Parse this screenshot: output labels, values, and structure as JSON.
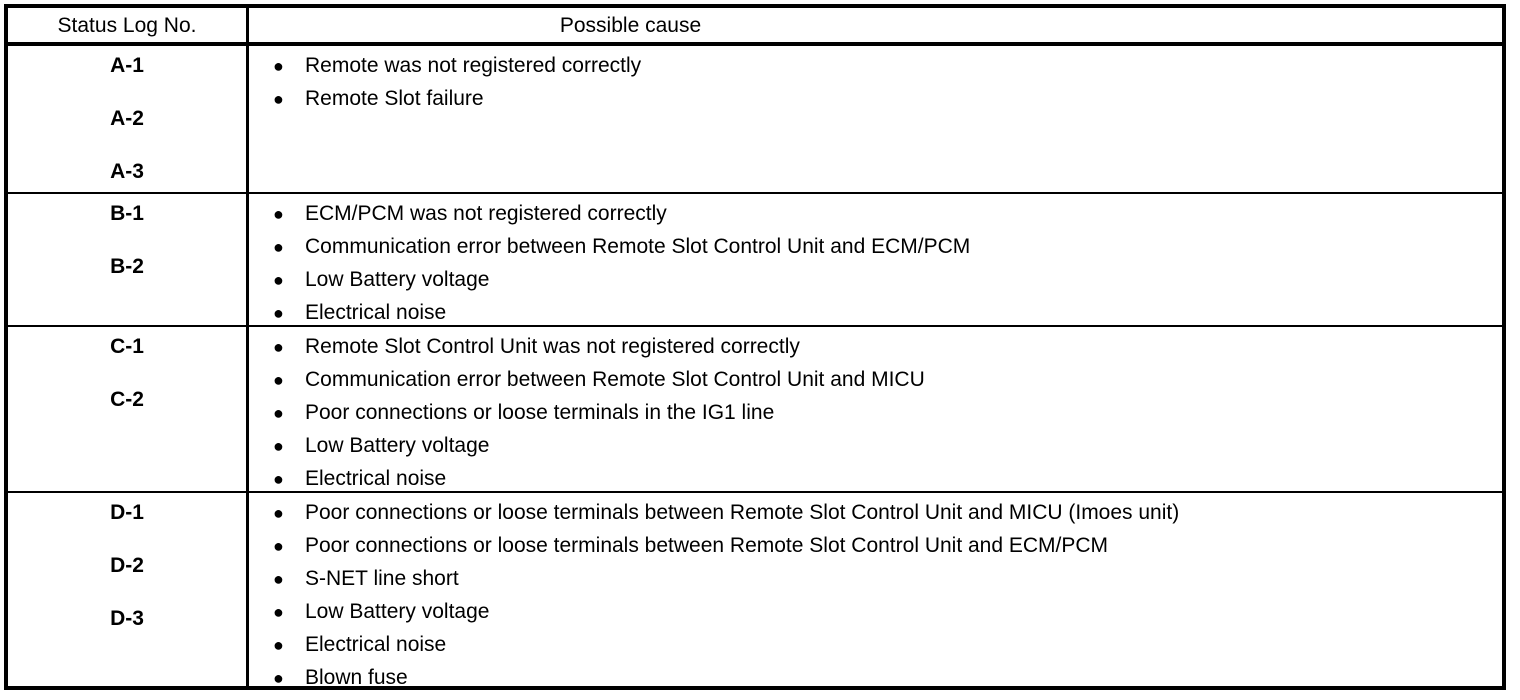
{
  "table": {
    "columns": [
      {
        "id": "status-log-no",
        "label": "Status Log No."
      },
      {
        "id": "possible-cause",
        "label": "Possible cause"
      }
    ],
    "rows": [
      {
        "id": "row-a",
        "codes": [
          "A-1",
          "A-2",
          "A-3"
        ],
        "causes": [
          "Remote was not registered correctly",
          "Remote Slot failure"
        ]
      },
      {
        "id": "row-b",
        "codes": [
          "B-1",
          "B-2"
        ],
        "causes": [
          "ECM/PCM was not registered correctly",
          "Communication error between Remote Slot Control Unit and ECM/PCM",
          "Low Battery voltage",
          "Electrical noise"
        ]
      },
      {
        "id": "row-c",
        "codes": [
          "C-1",
          "C-2"
        ],
        "causes": [
          "Remote Slot Control Unit was not registered correctly",
          "Communication error between Remote Slot Control Unit and MICU",
          "Poor connections or loose terminals in the IG1 line",
          "Low Battery voltage",
          "Electrical noise"
        ]
      },
      {
        "id": "row-d",
        "codes": [
          "D-1",
          "D-2",
          "D-3"
        ],
        "causes": [
          "Poor connections or loose terminals between Remote Slot Control Unit and MICU (Imoes unit)",
          "Poor connections or loose terminals between Remote Slot Control Unit and ECM/PCM",
          "S-NET line short",
          "Low Battery voltage",
          "Electrical noise",
          "Blown fuse"
        ]
      }
    ],
    "bullet_glyph": "●",
    "colors": {
      "border": "#000000",
      "background": "#ffffff",
      "text": "#000000"
    }
  }
}
